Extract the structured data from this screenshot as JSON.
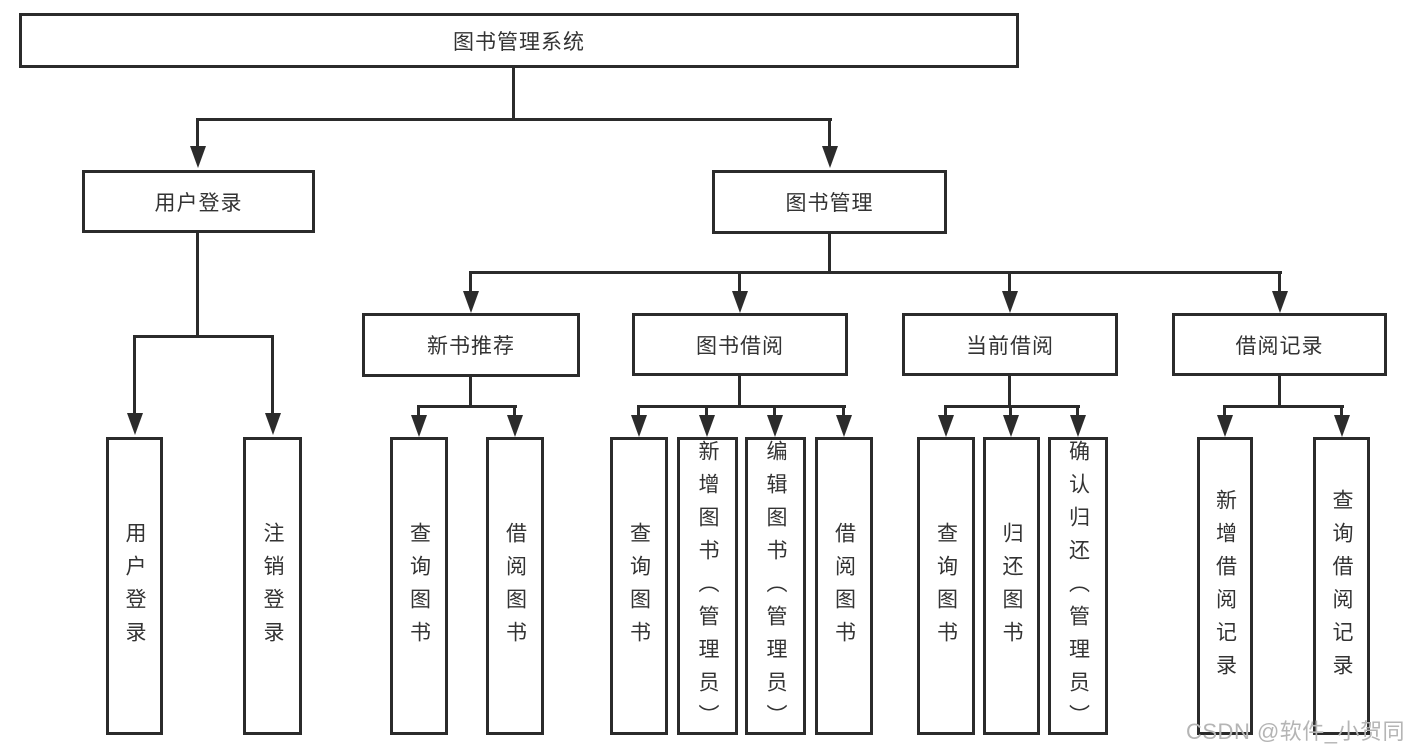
{
  "diagram": {
    "root": {
      "label": "图书管理系统"
    },
    "level2": [
      {
        "label": "用户登录"
      },
      {
        "label": "图书管理"
      }
    ],
    "level3": [
      {
        "label": "新书推荐"
      },
      {
        "label": "图书借阅"
      },
      {
        "label": "当前借阅"
      },
      {
        "label": "借阅记录"
      }
    ],
    "leaves": [
      {
        "label": "用户登录"
      },
      {
        "label": "注销登录"
      },
      {
        "label": "查询图书"
      },
      {
        "label": "借阅图书"
      },
      {
        "label": "查询图书"
      },
      {
        "label": "新增图书（管理员）"
      },
      {
        "label": "编辑图书（管理员）"
      },
      {
        "label": "借阅图书"
      },
      {
        "label": "查询图书"
      },
      {
        "label": "归还图书"
      },
      {
        "label": "确认归还（管理员）"
      },
      {
        "label": "新增借阅记录"
      },
      {
        "label": "查询借阅记录"
      }
    ],
    "watermark": "CSDN @软件_小贺同学",
    "colors": {
      "line": "#2b2b2b",
      "text": "#333333",
      "watermark": "#b5b5b5",
      "background": "#ffffff"
    }
  }
}
